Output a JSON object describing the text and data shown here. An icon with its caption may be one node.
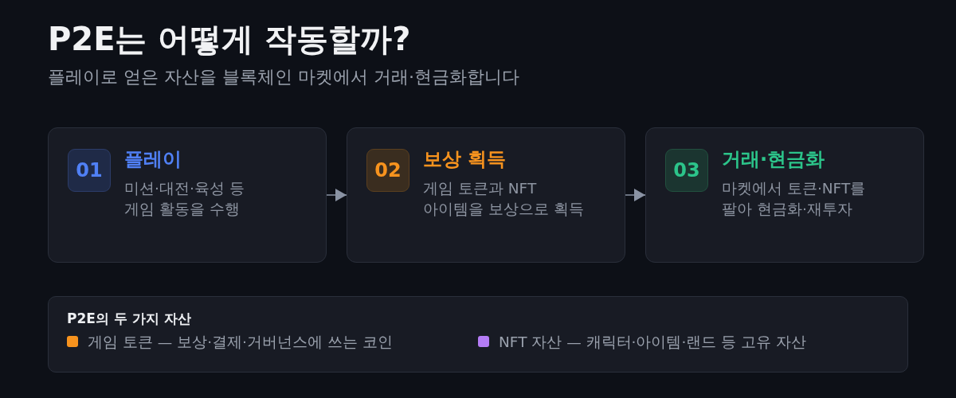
{
  "diagram": {
    "title": "P2E는 어떻게 작동할까?",
    "nodes": [
      {
        "text": [
          "플레이",
          "미션·대전·육성 등 게임 활동을 수행"
        ]
      },
      {
        "text": [
          "01"
        ],
        "in": 0
      },
      {
        "text": [
          "보상 획득",
          "게임 토큰과 NFT 아이템을 보상으로 획득"
        ]
      },
      {
        "text": [
          "02"
        ],
        "in": 2
      },
      {
        "text": [
          "거래·현금화",
          "마켓에서 토큰·NFT를 팔아 현금화·재투자"
        ]
      },
      {
        "text": [
          "03"
        ],
        "in": 4
      }
    ],
    "edges": [
      {
        "from": 0,
        "to": 2,
        "arrow": "to"
      },
      {
        "from": 2,
        "to": 4,
        "arrow": "to"
      }
    ],
    "labels": [
      "플레이로 얻은 자산을 블록체인 마켓에서 거래·현금화합니다",
      "P2E의 두 가지 자산"
    ],
    "legend": [
      {
        "text": "게임 토큰 — 보상·결제·거버넌스에 쓰는 코인",
        "color": "#f7931e"
      },
      {
        "text": "NFT 자산 — 캐릭터·아이템·랜드 등 고유 자산",
        "color": "#b47cf5"
      }
    ]
  }
}
